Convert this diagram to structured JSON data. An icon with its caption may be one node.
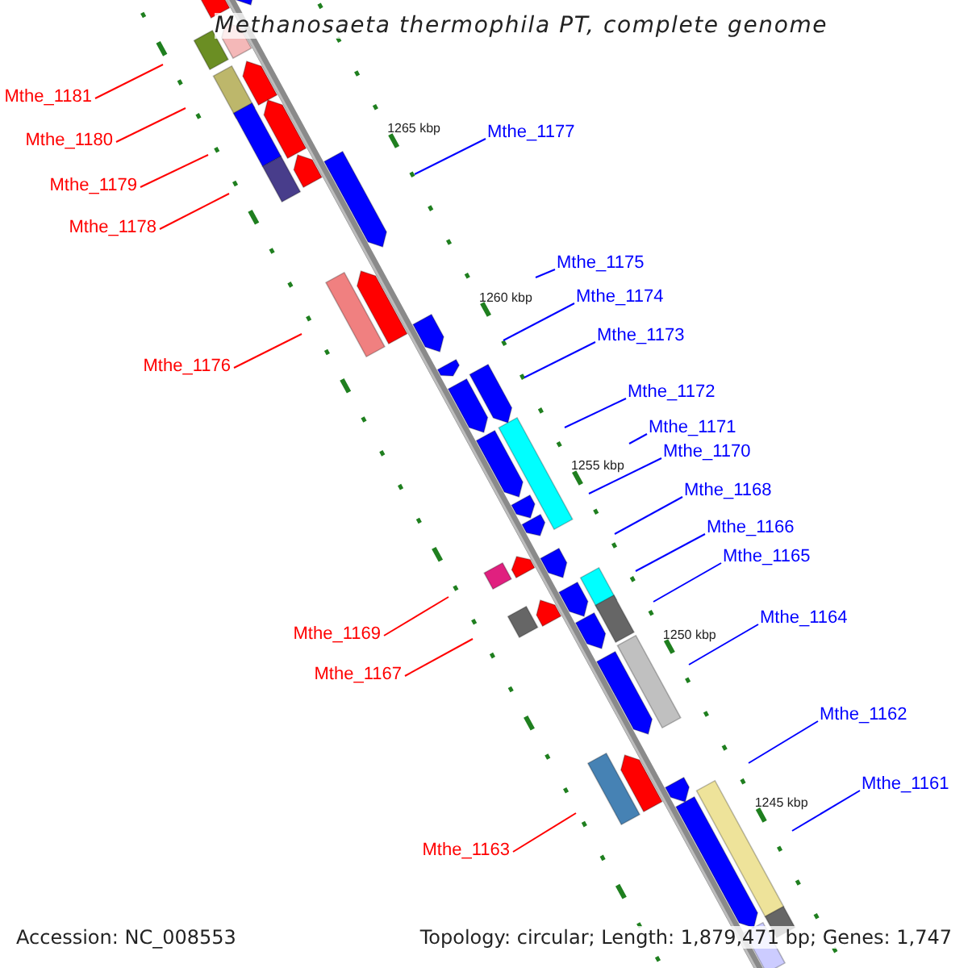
{
  "diagram": {
    "title": "Methanosaeta thermophila PT, complete genome",
    "nodes": [
      {
        "text": [
          "Mthe_1181"
        ]
      },
      {
        "text": [
          "Mthe_1177"
        ]
      },
      {
        "text": [
          "Mthe_1180"
        ]
      },
      {
        "text": [
          "Mthe_1179"
        ]
      },
      {
        "text": [
          "Mthe_1178"
        ]
      },
      {
        "text": [
          "Mthe_1175"
        ]
      },
      {
        "text": [
          "Mthe_1174"
        ]
      },
      {
        "text": [
          "Mthe_1173"
        ]
      },
      {
        "text": [
          "Mthe_1176"
        ]
      },
      {
        "text": [
          "Mthe_1172"
        ]
      },
      {
        "text": [
          "Mthe_1171"
        ]
      },
      {
        "text": [
          "Mthe_1170"
        ]
      },
      {
        "text": [
          "Mthe_1168"
        ]
      },
      {
        "text": [
          "Mthe_1166"
        ]
      },
      {
        "text": [
          "Mthe_1165"
        ]
      },
      {
        "text": [
          "Mthe_1164"
        ]
      },
      {
        "text": [
          "Mthe_1169"
        ]
      },
      {
        "text": [
          "Mthe_1167"
        ]
      },
      {
        "text": [
          "Mthe_1162"
        ]
      },
      {
        "text": [
          "Mthe_1161"
        ]
      },
      {
        "text": [
          "Mthe_1163"
        ]
      }
    ],
    "edges": [
      {
        "from": 0,
        "to": null,
        "arrow": "none",
        "color": "#ff0000"
      },
      {
        "from": 1,
        "to": null,
        "arrow": "none"
      },
      {
        "from": 2,
        "to": null,
        "arrow": "none",
        "color": "#ff0000"
      },
      {
        "from": 3,
        "to": null,
        "arrow": "none",
        "color": "#ff0000"
      },
      {
        "from": 4,
        "to": null,
        "arrow": "none",
        "color": "#ff0000"
      },
      {
        "from": 5,
        "to": null,
        "arrow": "none"
      },
      {
        "from": 6,
        "to": null,
        "arrow": "none"
      },
      {
        "from": 7,
        "to": null,
        "arrow": "none"
      },
      {
        "from": 8,
        "to": null,
        "arrow": "none",
        "color": "#ff0000"
      },
      {
        "from": 9,
        "to": null,
        "arrow": "none"
      },
      {
        "from": 10,
        "to": null,
        "arrow": "none"
      },
      {
        "from": 11,
        "to": null,
        "arrow": "none"
      },
      {
        "from": 12,
        "to": null,
        "arrow": "none"
      },
      {
        "from": 13,
        "to": null,
        "arrow": "none"
      },
      {
        "from": 14,
        "to": null,
        "arrow": "none"
      },
      {
        "from": 15,
        "to": null,
        "arrow": "none"
      },
      {
        "from": 16,
        "to": null,
        "arrow": "none",
        "color": "#ff0000"
      },
      {
        "from": 17,
        "to": null,
        "arrow": "none",
        "color": "#ff0000"
      },
      {
        "from": 18,
        "to": null,
        "arrow": "none"
      },
      {
        "from": 19,
        "to": null,
        "arrow": "none"
      },
      {
        "from": 20,
        "to": null,
        "arrow": "none",
        "color": "#ff0000"
      }
    ],
    "labels": [
      "1265 kbp",
      "1260 kbp",
      "1255 kbp",
      "1250 kbp",
      "1245 kbp",
      "Accession: NC_008553",
      "Topology: circular; Length: 1,879,471 bp; Genes: 1,747"
    ]
  }
}
